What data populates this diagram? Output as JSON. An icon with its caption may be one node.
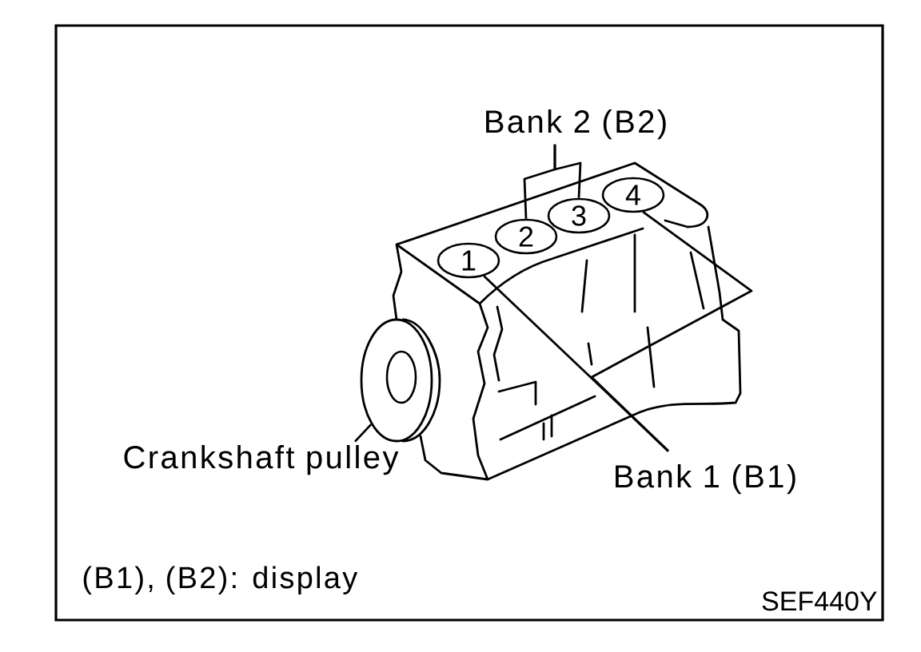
{
  "diagram": {
    "nodes": [
      {
        "text": [
          "Bank 2 (B2)"
        ]
      },
      {
        "text": [
          "1"
        ]
      },
      {
        "text": [
          "2"
        ]
      },
      {
        "text": [
          "3"
        ]
      },
      {
        "text": [
          "4"
        ]
      },
      {
        "text": [],
        "shape": "circle"
      },
      {
        "text": [
          "Crankshaft pulley"
        ]
      },
      {
        "text": [
          "Bank 1 (B1)"
        ]
      }
    ],
    "edges": [
      {
        "from": 0,
        "to": 2,
        "arrow": "none"
      },
      {
        "from": 0,
        "to": 3,
        "arrow": "none"
      },
      {
        "from": 7,
        "to": 1,
        "arrow": "none"
      },
      {
        "from": 7,
        "to": 4,
        "arrow": "none"
      },
      {
        "from": 6,
        "to": 5,
        "arrow": "none"
      }
    ],
    "labels": [
      "(B1), (B2): display",
      "SEF440Y"
    ]
  }
}
